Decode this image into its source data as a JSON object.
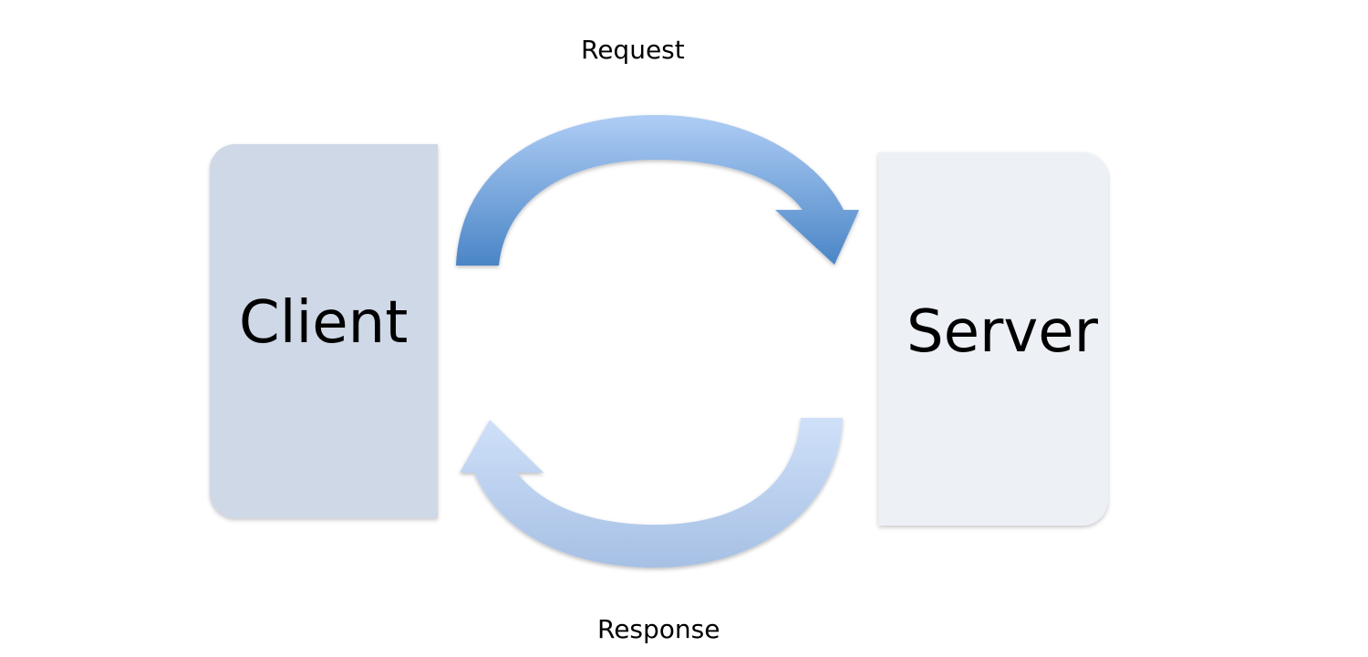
{
  "nodes": {
    "client": {
      "label": "Client",
      "fill": "#cfd8e6"
    },
    "server": {
      "label": "Server",
      "fill": "#edf0f5"
    }
  },
  "edges": {
    "request": {
      "label": "Request",
      "from": "client",
      "to": "server",
      "color_light": "#a9c8f3",
      "color_dark": "#4f88c7"
    },
    "response": {
      "label": "Response",
      "from": "server",
      "to": "client",
      "color_light": "#c5daf7",
      "color_dark": "#9fbce3"
    }
  }
}
